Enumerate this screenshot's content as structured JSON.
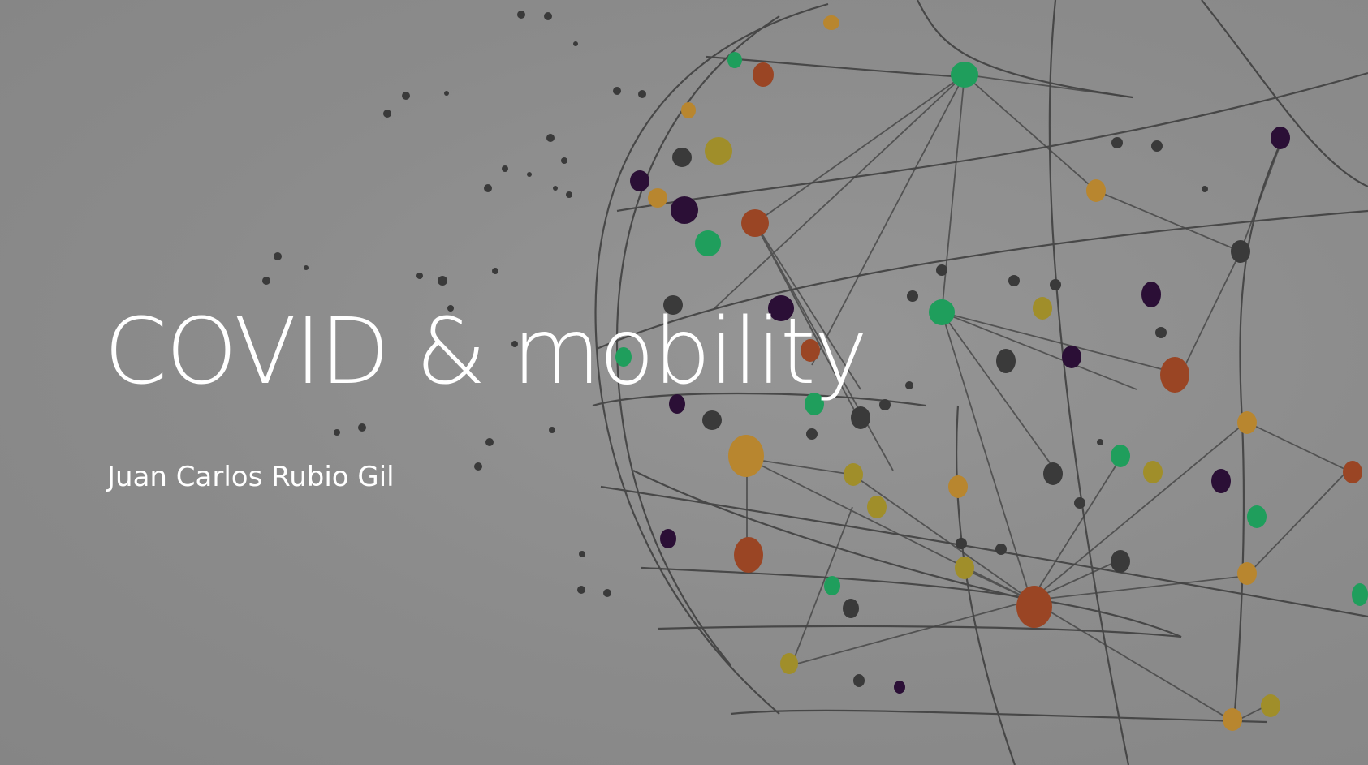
{
  "slide": {
    "title": "COVID & mobility",
    "subtitle": "Juan Carlos Rubio Gil"
  },
  "background_image": {
    "icon": "network-globe-illustration",
    "node_colors": [
      "#1f9e5c",
      "#9a4524",
      "#b8862f",
      "#a08e2a",
      "#2b0f36",
      "#3a3a3a"
    ],
    "line_color": "#3c3c3c"
  }
}
